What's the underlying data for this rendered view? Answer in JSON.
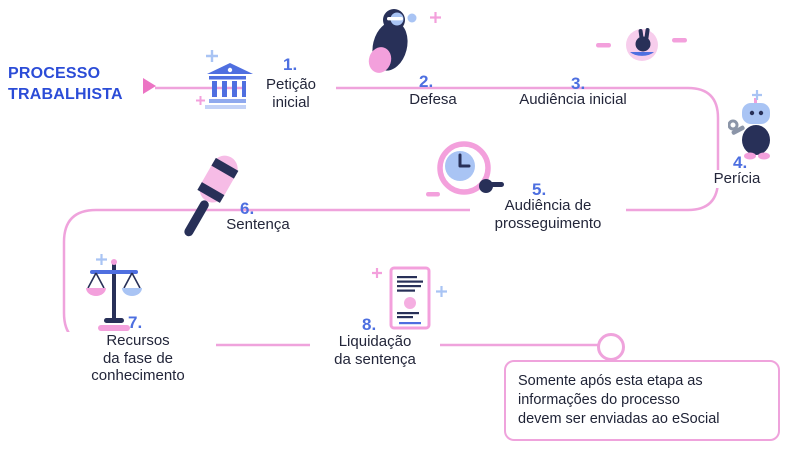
{
  "title": {
    "text": "PROCESSO\nTRABALHISTA"
  },
  "steps": [
    {
      "number": "1.",
      "label": "Petição\ninicial",
      "icon": "courthouse-icon"
    },
    {
      "number": "2.",
      "label": "Defesa",
      "icon": "defense-character-icon"
    },
    {
      "number": "3.",
      "label": "Audiência inicial",
      "icon": "hand-gesture-icon"
    },
    {
      "number": "4.",
      "label": "Perícia",
      "icon": "expert-character-icon"
    },
    {
      "number": "5.",
      "label": "Audiência de\nprosseguimento",
      "icon": "clock-icon"
    },
    {
      "number": "6.",
      "label": "Sentença",
      "icon": "gavel-icon"
    },
    {
      "number": "7.",
      "label": "Recursos\nda fase de\nconhecimento",
      "icon": "scales-icon"
    },
    {
      "number": "8.",
      "label": "Liquidação\nda sentença",
      "icon": "document-icon"
    }
  ],
  "callout": {
    "text": "Somente após esta etapa as\ninformações do processo\ndevem ser enviadas ao eSocial"
  },
  "colors": {
    "title_blue": "#2b4cd7",
    "number_blue": "#4d6fe0",
    "line_pink": "#efa3dc",
    "arrow_pink": "#ec74c4",
    "text_dark": "#23263a",
    "icon_navy": "#283058",
    "icon_blue": "#4f6fe0",
    "icon_lightblue": "#a9c4f4",
    "icon_pink": "#f3a0dc"
  }
}
